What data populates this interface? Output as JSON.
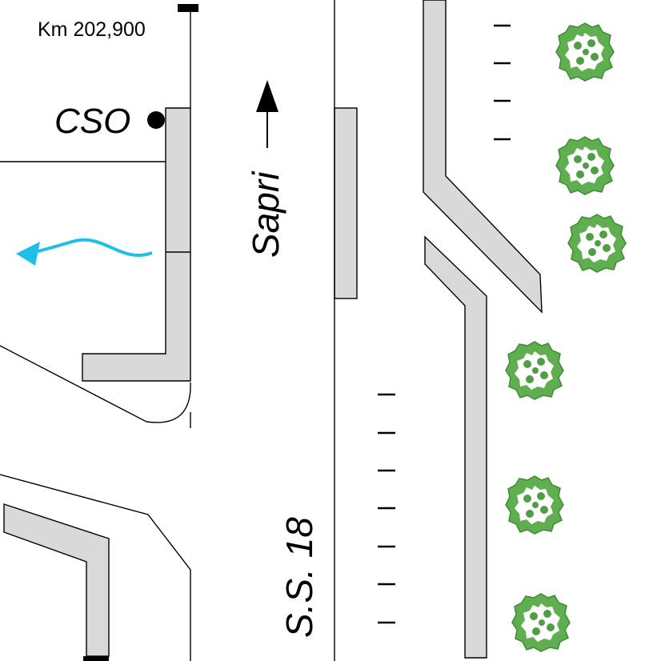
{
  "labels": {
    "kilometre_marker": "Km 202,900",
    "station": "CSO",
    "direction": "Sapri",
    "road": "S.S. 18"
  },
  "colors": {
    "kerb_fill": "#d9d9d9",
    "flow_arrow": "#1ebfe8",
    "tree": "#5faf50",
    "ink": "#000000"
  },
  "icons": {
    "station_marker": "dot-icon",
    "direction_arrow": "arrow-up-icon",
    "flow_arrow": "wavy-arrow-left-icon",
    "tree": "tree-icon"
  }
}
